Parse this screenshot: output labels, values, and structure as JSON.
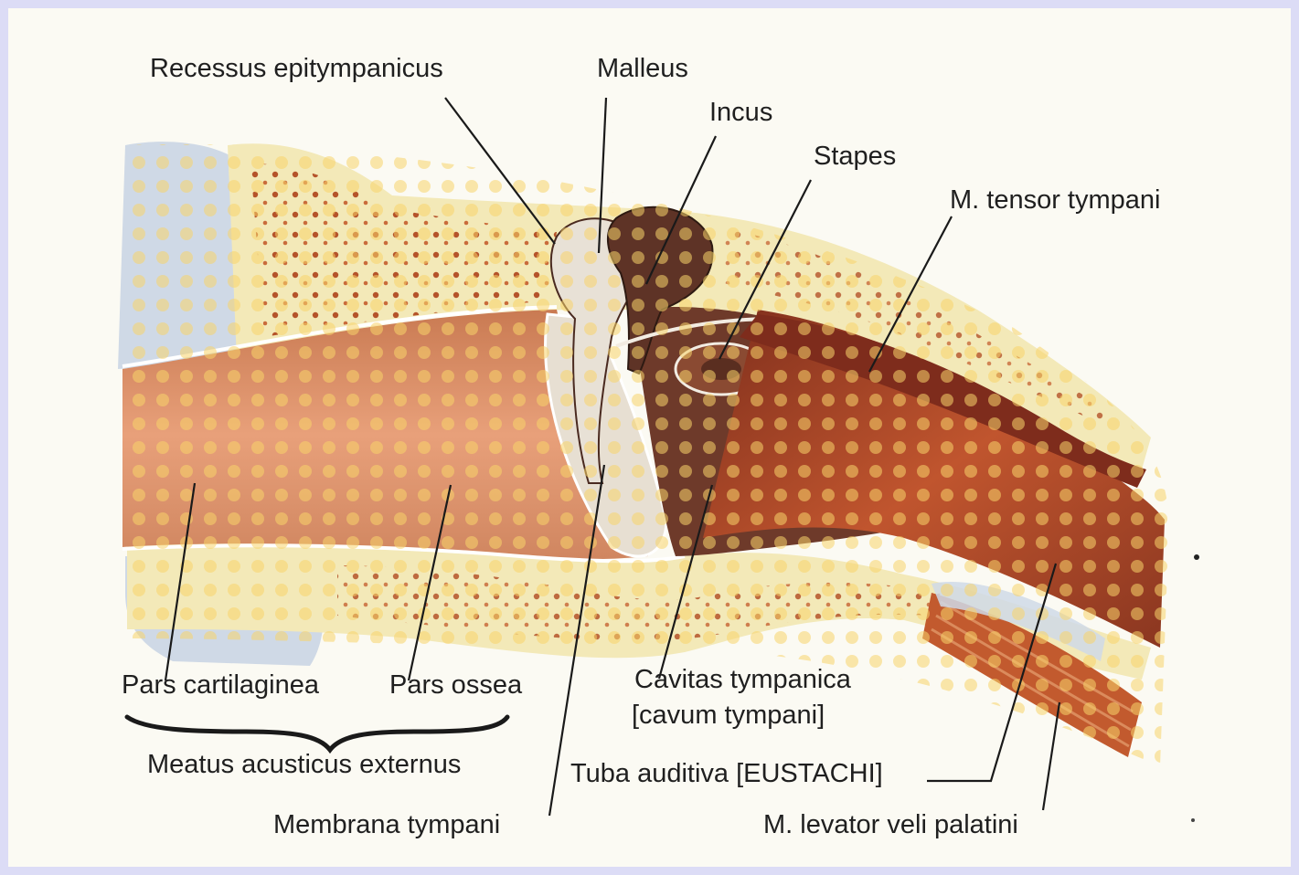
{
  "labels": {
    "recessus": "Recessus epitympanicus",
    "malleus": "Malleus",
    "incus": "Incus",
    "stapes": "Stapes",
    "tensor": "M. tensor tympani",
    "pars_cartilaginea": "Pars cartilaginea",
    "pars_ossea": "Pars ossea",
    "meatus": "Meatus acusticus externus",
    "membrana": "Membrana tympani",
    "cavitas_1": "Cavitas tympanica",
    "cavitas_2": "[cavum tympani]",
    "tuba": "Tuba auditiva [EUSTACHI]",
    "levator": "M. levator veli palatini"
  },
  "colors": {
    "border": "#dcdcf6",
    "paper": "#fbfaf3",
    "bone": "#f3e9b8",
    "bone_dots": "#b5532a",
    "canal": "#d98a5b",
    "canal_light": "#eeb48c",
    "cavity": "#6e3a2a",
    "muscle": "#a8462a",
    "cartilage": "#cfd9e6",
    "leader": "#1a1a1a"
  }
}
